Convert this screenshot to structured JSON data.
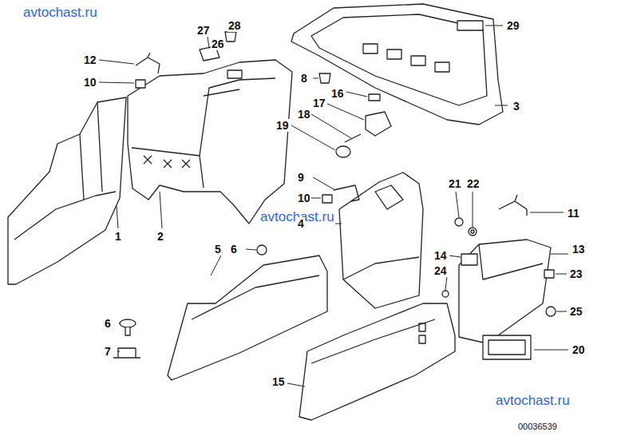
{
  "diagram": {
    "labels": [
      "avtochast.ru",
      "27",
      "28",
      "26",
      "29",
      "12",
      "10",
      "8",
      "16",
      "17",
      "3",
      "18",
      "19",
      "9",
      "10",
      "21",
      "22",
      "avtochast.ru",
      "11",
      "4",
      "1",
      "2",
      "5",
      "6",
      "13",
      "14",
      "24",
      "23",
      "25",
      "6",
      "20",
      "7",
      "15",
      "avtochast.ru",
      "00036539"
    ]
  }
}
